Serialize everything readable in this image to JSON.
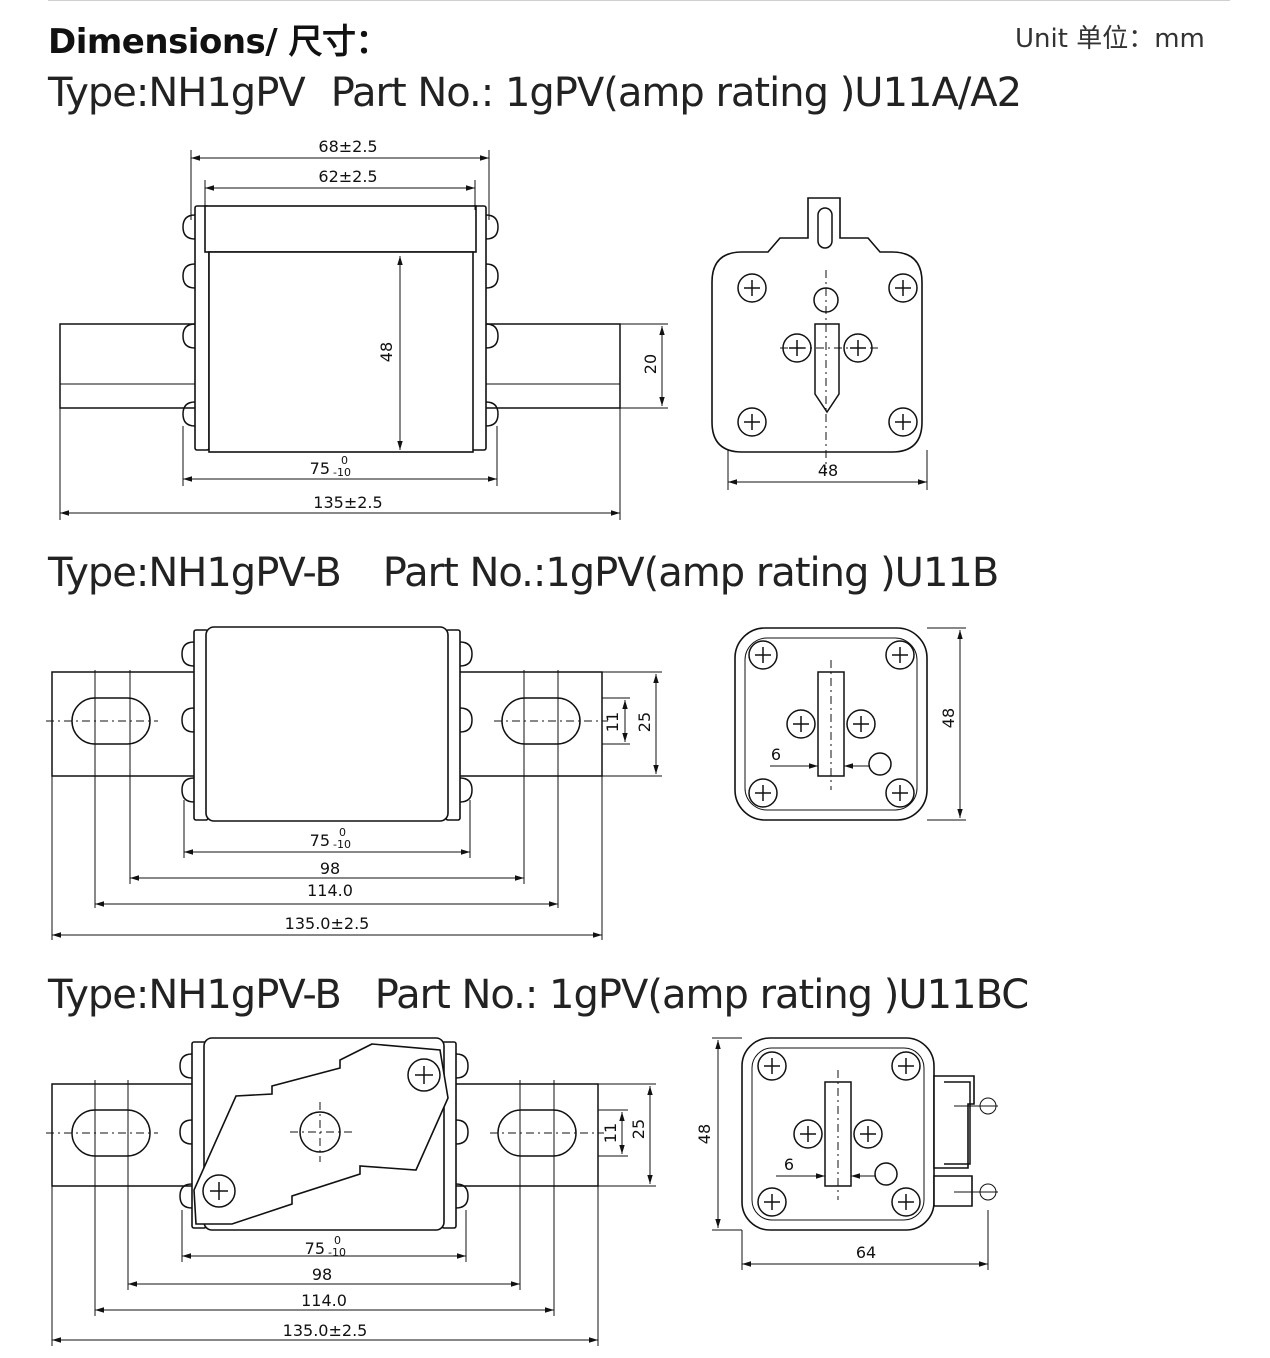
{
  "header": {
    "title": "Dimensions/ 尺寸：",
    "unit": "Unit 单位：mm"
  },
  "sections": [
    {
      "type": "Type:NH1gPV",
      "part": "Part No.: 1gPV(amp rating )U11A/A2",
      "dims": {
        "w68": "68±2.5",
        "w62": "62±2.5",
        "h48": "48",
        "h20": "20",
        "w75": "75",
        "w75_sup": "0",
        "w75_sub": "-10",
        "w135": "135±2.5",
        "side_w48": "48"
      }
    },
    {
      "type": "Type:NH1gPV-B",
      "part": "Part No.:1gPV(amp rating )U11B",
      "dims": {
        "h11": "11",
        "h25": "25",
        "w75": "75",
        "w75_sup": "0",
        "w75_sub": "-10",
        "w98": "98",
        "w114": "114.0",
        "w135": "135.0±2.5",
        "side_h48": "48",
        "side_6": "6"
      }
    },
    {
      "type": "Type:NH1gPV-B",
      "part": "Part No.: 1gPV(amp rating )U11BC",
      "dims": {
        "h11": "11",
        "h25": "25",
        "w75": "75",
        "w75_sup": "0",
        "w75_sub": "-10",
        "w98": "98",
        "w114": "114.0",
        "w135": "135.0±2.5",
        "side_h48": "48",
        "side_6": "6",
        "side_w64": "64"
      }
    }
  ]
}
